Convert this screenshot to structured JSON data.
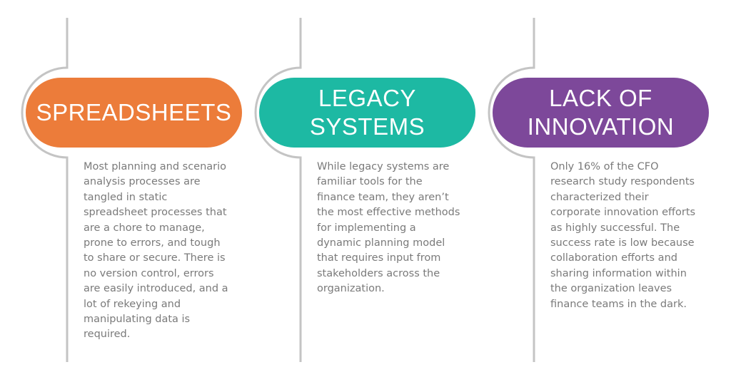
{
  "columns": [
    {
      "title": "SPREADSHEETS",
      "color": "#ec7c3a",
      "description": "Most planning and scenario analysis processes are tangled in static spreadsheet processes that are a chore to manage, prone to errors, and tough to share or secure. There is no version control, errors are easily introduced, and a lot of rekeying and manipulating data is required."
    },
    {
      "title": "LEGACY\nSYSTEMS",
      "color": "#1db9a3",
      "description": "While legacy systems are familiar tools for the finance team, they aren’t the most effective methods for implementing a dynamic planning model that requires input from stakeholders across the organization."
    },
    {
      "title": "LACK OF\nINNOVATION",
      "color": "#7d489a",
      "description": "Only 16% of the CFO research study respondents characterized their corporate innovation efforts as highly successful. The success rate is low because collaboration efforts and sharing information within the organization leaves finance teams in the dark."
    }
  ],
  "line_color": "#c4c4c4"
}
